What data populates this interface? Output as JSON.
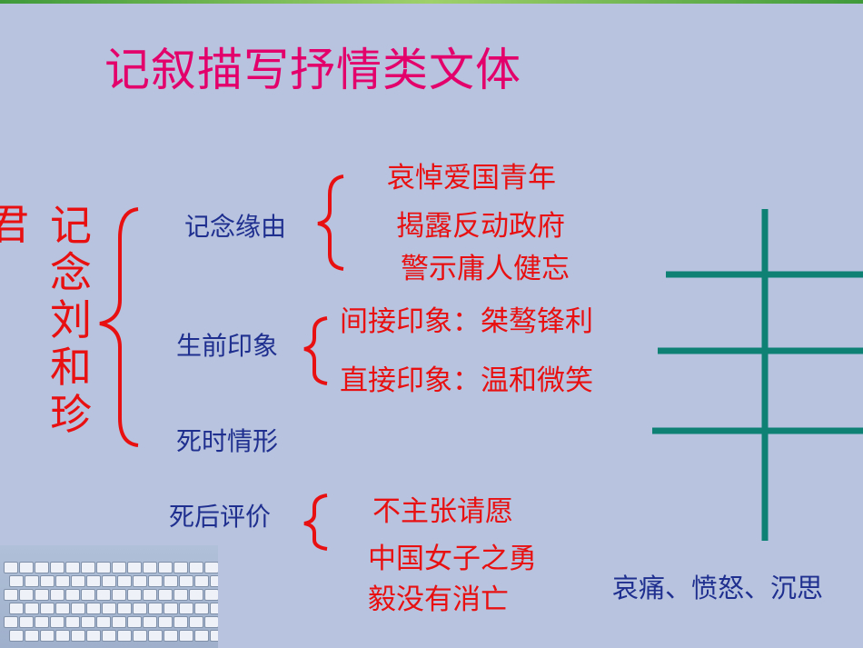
{
  "title": "记叙描写抒情类文体",
  "side_left": "君",
  "side_vertical": "记念刘和珍",
  "categories": {
    "reason": "记念缘由",
    "impression": "生前印象",
    "death": "死时情形",
    "evaluation": "死后评价"
  },
  "reason_items": [
    "哀悼爱国青年",
    "揭露反动政府",
    "警示庸人健忘"
  ],
  "impression_items": [
    "间接印象：桀骜锋利",
    "直接印象：温和微笑"
  ],
  "evaluation_items": [
    "不主张请愿",
    "中国女子之勇",
    "毅没有消亡"
  ],
  "conclusion": "哀痛、愤怒、沉思",
  "colors": {
    "background": "#b7c3df",
    "title": "#e4006a",
    "red": "#e81010",
    "blue": "#1f2f8f",
    "teal": "#0e8074"
  }
}
